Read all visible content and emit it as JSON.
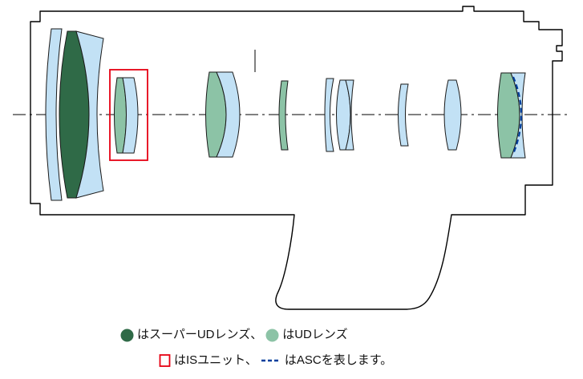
{
  "legend": {
    "line1_part1": "はスーパーUDレンズ、",
    "line1_part2": "はUDレンズ",
    "line2_part1": "はISユニット、",
    "line2_part2": "はASCを表します。"
  },
  "colors": {
    "super_ud_green": "#2f6a47",
    "ud_green": "#8cc3a6",
    "glass_blue": "#c2e1f5",
    "is_unit_red": "#e60012",
    "asc_blue": "#003e9c",
    "outline_black": "#000000"
  }
}
